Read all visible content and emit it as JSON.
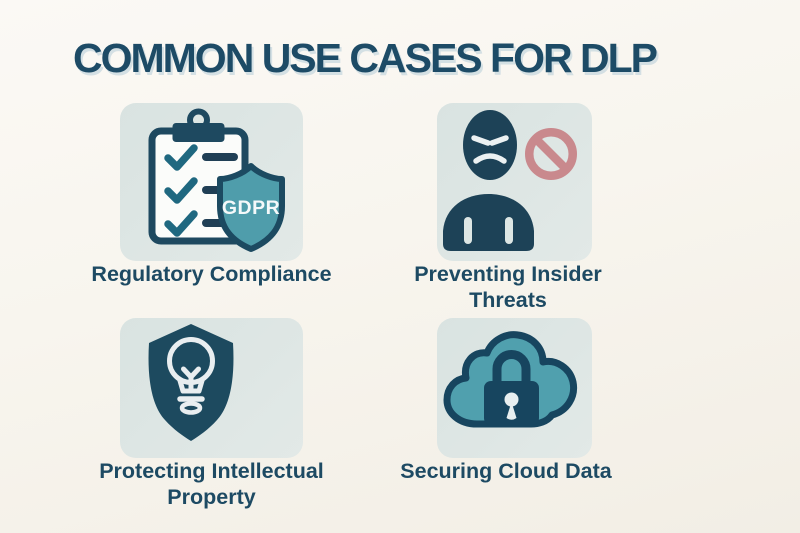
{
  "title": "COMMON USE CASES FOR DLP",
  "colors": {
    "background": "#f8f5ee",
    "tile_background": "#dde6e4",
    "heading_text": "#1d4b66",
    "label_text": "#1d4a63",
    "dark_navy": "#1d4257",
    "outline_navy": "#1c4a61",
    "teal": "#4f9dab",
    "prohibition_pink": "#c9898d",
    "paper_white": "#fbfcfa",
    "light_stroke": "#e9eef0",
    "check_teal": "#1f6880"
  },
  "cards": [
    {
      "label": "Regulatory Compliance",
      "icon": "clipboard-checklist-gdpr-shield-icon",
      "badge": "GDPR"
    },
    {
      "label": "Preventing Insider Threats",
      "icon": "angry-person-prohibition-icon"
    },
    {
      "label": "Protecting Intellectual Property",
      "icon": "shield-lightbulb-icon"
    },
    {
      "label": "Securing Cloud Data",
      "icon": "cloud-padlock-icon"
    }
  ]
}
